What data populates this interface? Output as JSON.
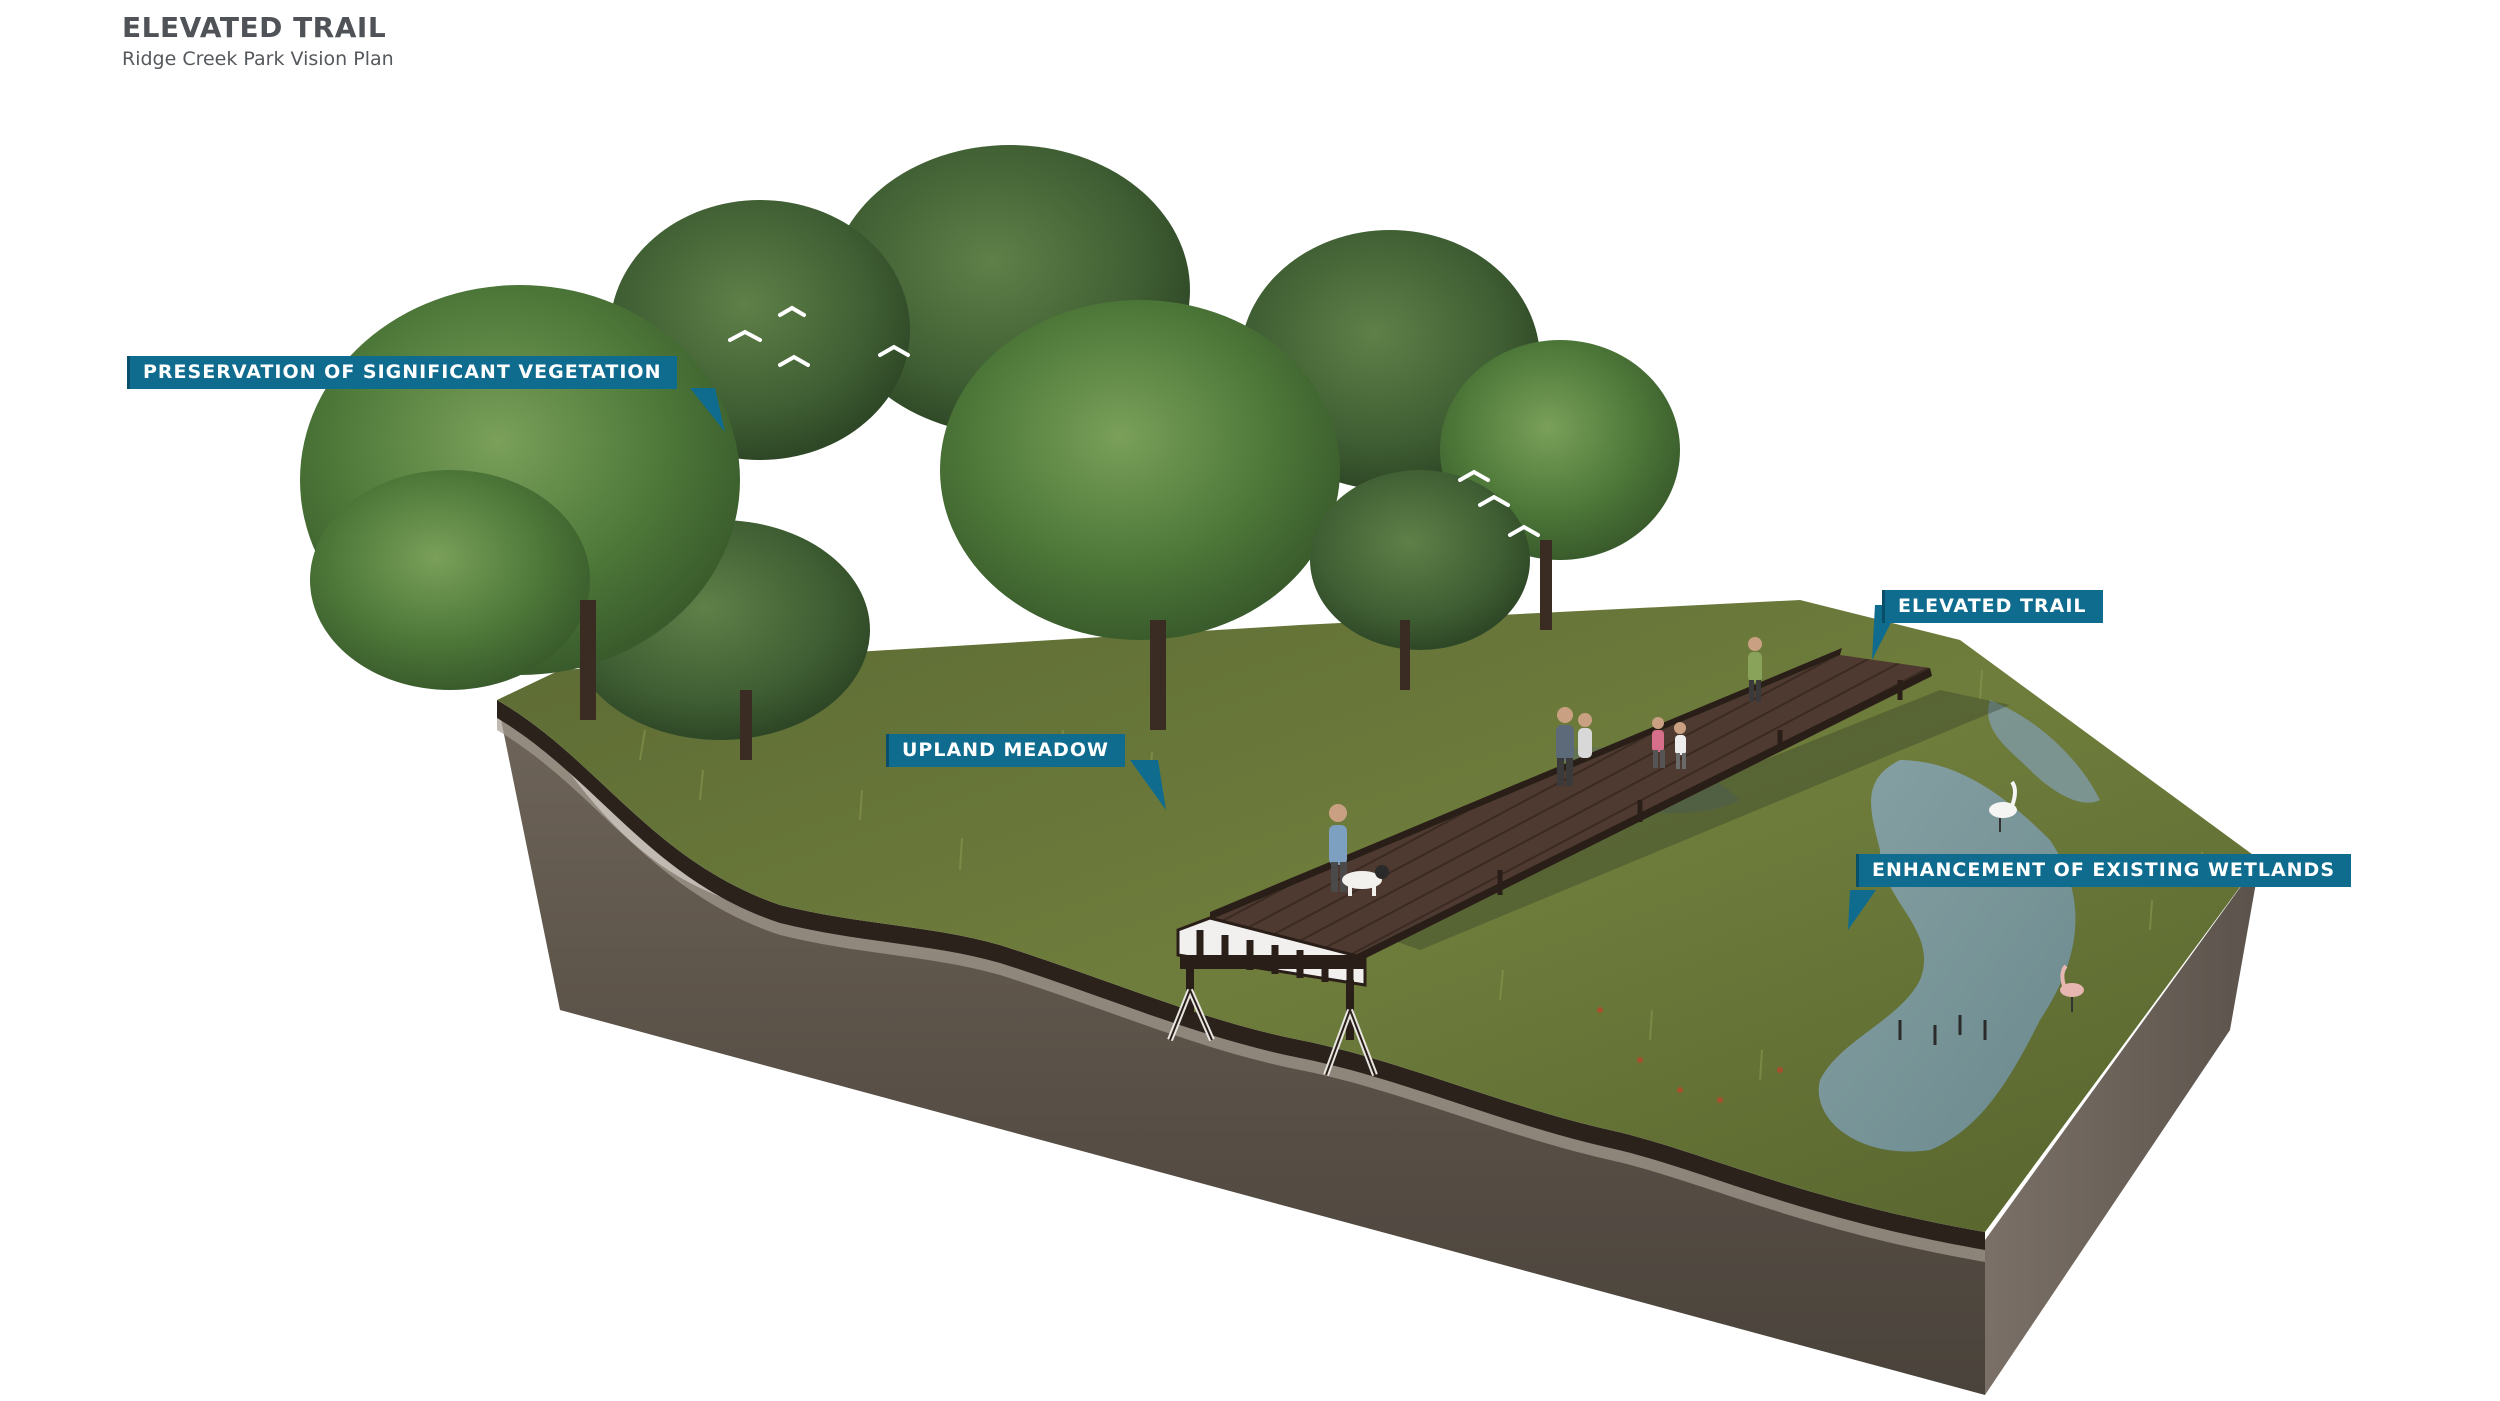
{
  "header": {
    "title": "ELEVATED TRAIL",
    "subtitle": "Ridge Creek Park Vision Plan"
  },
  "callouts": {
    "vegetation": "PRESERVATION OF SIGNIFICANT VEGETATION",
    "meadow": "UPLAND MEADOW",
    "trail": "ELEVATED TRAIL",
    "wetlands": "ENHANCEMENT OF EXISTING WETLANDS"
  },
  "colors": {
    "callout_bg": "#0f6c8e",
    "callout_text": "#ffffff",
    "title_text": "#4f5357"
  },
  "scene": {
    "elements": [
      "trees",
      "meadow",
      "boardwalk",
      "wetland",
      "soil-section",
      "people",
      "dog",
      "birds",
      "egrets"
    ]
  }
}
